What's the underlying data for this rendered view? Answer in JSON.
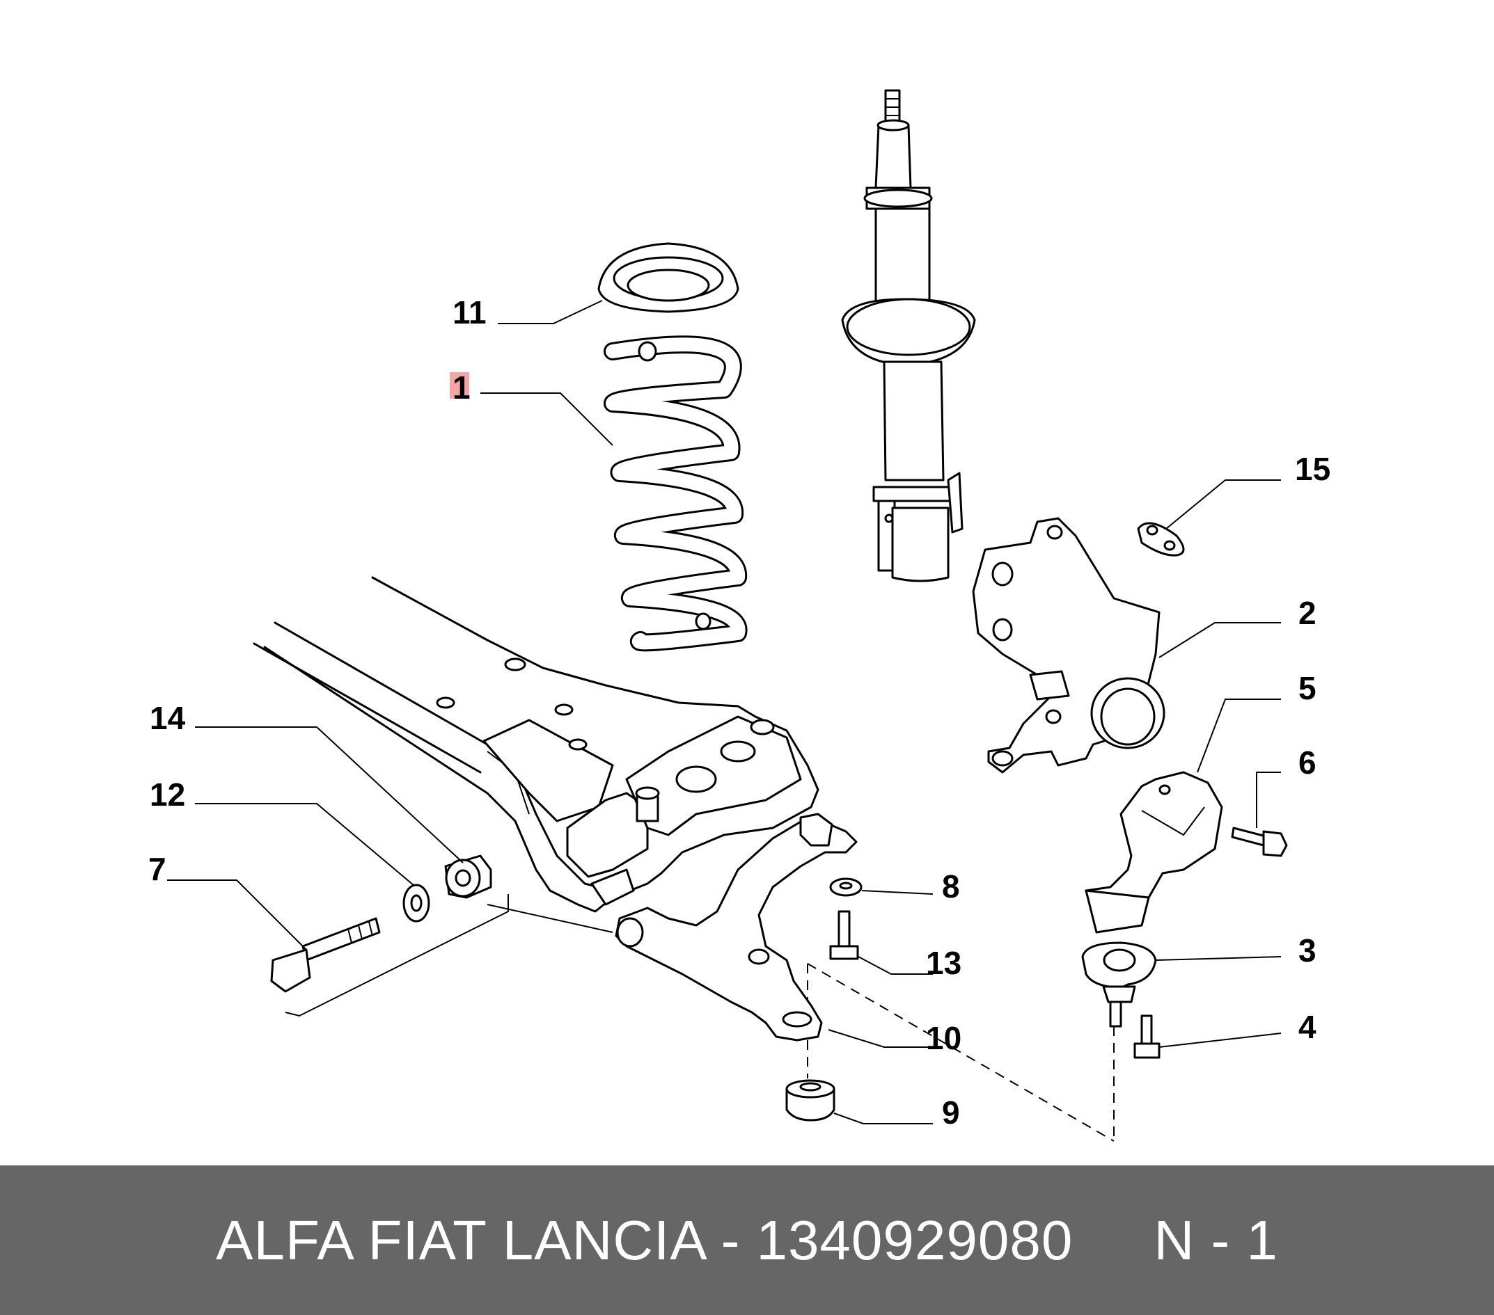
{
  "diagram": {
    "highlighted_callout": "1",
    "highlight_color": "#f4a6a6",
    "callouts": {
      "c1": "1",
      "c2": "2",
      "c3": "3",
      "c4": "4",
      "c5": "5",
      "c6": "6",
      "c7": "7",
      "c8": "8",
      "c9": "9",
      "c10": "10",
      "c11": "11",
      "c12": "12",
      "c13": "13",
      "c14": "14",
      "c15": "15"
    }
  },
  "footer": {
    "title": "ALFA FIAT LANCIA - 1340929080     N - 1",
    "background": "#666666",
    "text_color": "#ffffff"
  }
}
